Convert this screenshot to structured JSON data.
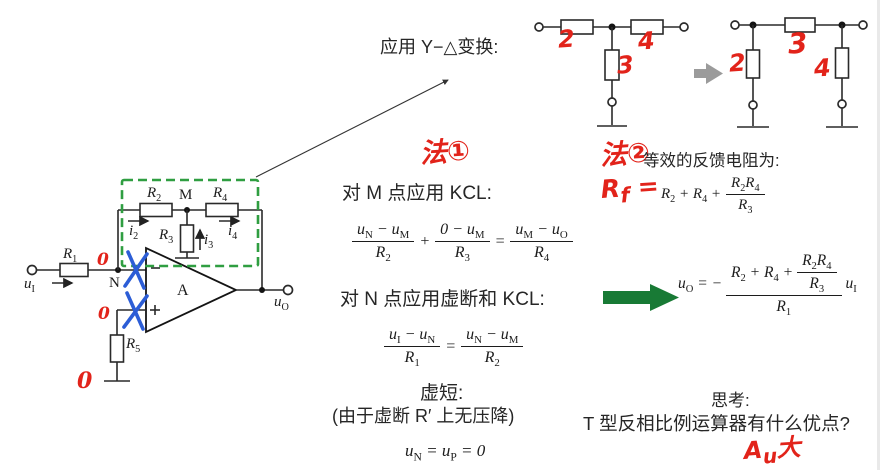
{
  "colors": {
    "red": "#e2231a",
    "blue": "#2c5dd6",
    "green_box": "#2f9e41",
    "green_arrow": "#187a35",
    "gray_arrow": "#9b9b9b",
    "ink": "#222222"
  },
  "header": {
    "transform_title": "应用 Y−△变换:"
  },
  "networks": {
    "t_labels": {
      "r2": "2",
      "r3": "3",
      "r4": "4"
    },
    "pi_labels": {
      "r2": "2",
      "r3": "3",
      "r4": "4"
    }
  },
  "circuit": {
    "u_in": "u_I",
    "r1": "R_1",
    "node_n": "N",
    "r2": "R_2",
    "node_m": "M",
    "r4": "R_4",
    "i2": "i_2",
    "r3": "R_3",
    "i3": "i_3",
    "i4": "i_4",
    "amp": "A",
    "u_out": "u_O",
    "r5": "R_5",
    "zero_n": "0",
    "zero_p": "0",
    "zero_gnd": "0"
  },
  "method1": {
    "tag": "法①",
    "kcl_m_title": "对 M 点应用 KCL:",
    "eq_m": {
      "t1n": "u_N − u_M",
      "t1d": "R_2",
      "op": "+",
      "t2n": "0 − u_M",
      "t2d": "R_3",
      "rel": "=",
      "t3n": "u_M − u_O",
      "t3d": "R_4"
    },
    "kcl_n_title": "对 N 点应用虚断和 KCL:",
    "eq_n": {
      "t1n": "u_I − u_N",
      "t1d": "R_1",
      "rel": "=",
      "t2n": "u_N − u_M",
      "t2d": "R_2"
    },
    "virtual_short": "虚短:",
    "virtual_short_note": "(由于虚断 R′ 上无压降)",
    "eq_virtual": "u_N = u_P = 0"
  },
  "method2": {
    "tag": "法②",
    "feedback_title": "等效的反馈电阻为:",
    "rf_hand": "R_f =",
    "rf": {
      "pre": "R_2 + R_4 +",
      "fn": "R_2R_4",
      "fd": "R_3"
    },
    "result": {
      "lhs": "u_O = −",
      "num_pre": "R_2 + R_4 +",
      "num_fn": "R_2R_4",
      "num_fd": "R_3",
      "den": "R_1",
      "rhs": "u_I"
    }
  },
  "think": {
    "title": "思考:",
    "question": "T 型反相比例运算器有什么优点?",
    "note": "A_u大"
  }
}
